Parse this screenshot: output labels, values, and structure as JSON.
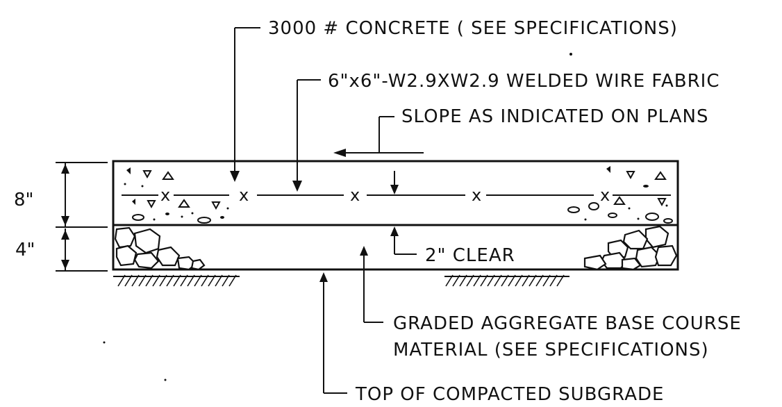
{
  "labels": {
    "concrete": "3000 # CONCRETE ( SEE SPECIFICATIONS)",
    "wire_fabric": "6\"x6\"-W2.9XW2.9 WELDED WIRE FABRIC",
    "slope": "SLOPE AS INDICATED ON PLANS",
    "clear": "2\" CLEAR",
    "base_course_line1": "GRADED AGGREGATE BASE COURSE",
    "base_course_line2": "MATERIAL (SEE SPECIFICATIONS)",
    "subgrade": "TOP OF COMPACTED SUBGRADE"
  },
  "dimensions": {
    "slab_thickness": "8\"",
    "base_thickness": "4\""
  },
  "mesh_mark": "x"
}
